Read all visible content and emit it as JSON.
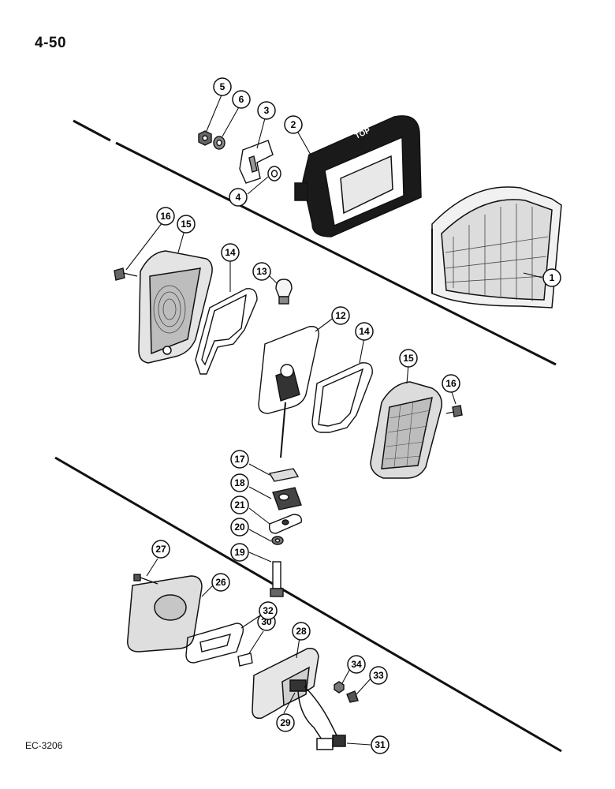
{
  "page": {
    "number": "4-50",
    "figure_code": "EC-3206"
  },
  "top_label": "TOP",
  "callouts": [
    {
      "id": "c1",
      "label": "1"
    },
    {
      "id": "c2",
      "label": "2"
    },
    {
      "id": "c3",
      "label": "3"
    },
    {
      "id": "c4",
      "label": "4"
    },
    {
      "id": "c5",
      "label": "5"
    },
    {
      "id": "c6",
      "label": "6"
    },
    {
      "id": "c12",
      "label": "12"
    },
    {
      "id": "c13",
      "label": "13"
    },
    {
      "id": "c14a",
      "label": "14"
    },
    {
      "id": "c14b",
      "label": "14"
    },
    {
      "id": "c15a",
      "label": "15"
    },
    {
      "id": "c15b",
      "label": "15"
    },
    {
      "id": "c16a",
      "label": "16"
    },
    {
      "id": "c16b",
      "label": "16"
    },
    {
      "id": "c17",
      "label": "17"
    },
    {
      "id": "c18",
      "label": "18"
    },
    {
      "id": "c19",
      "label": "19"
    },
    {
      "id": "c20",
      "label": "20"
    },
    {
      "id": "c21",
      "label": "21"
    },
    {
      "id": "c26",
      "label": "26"
    },
    {
      "id": "c27",
      "label": "27"
    },
    {
      "id": "c28",
      "label": "28"
    },
    {
      "id": "c29",
      "label": "29"
    },
    {
      "id": "c30",
      "label": "30"
    },
    {
      "id": "c31",
      "label": "31"
    },
    {
      "id": "c32",
      "label": "32"
    },
    {
      "id": "c33",
      "label": "33"
    },
    {
      "id": "c34",
      "label": "34"
    }
  ]
}
